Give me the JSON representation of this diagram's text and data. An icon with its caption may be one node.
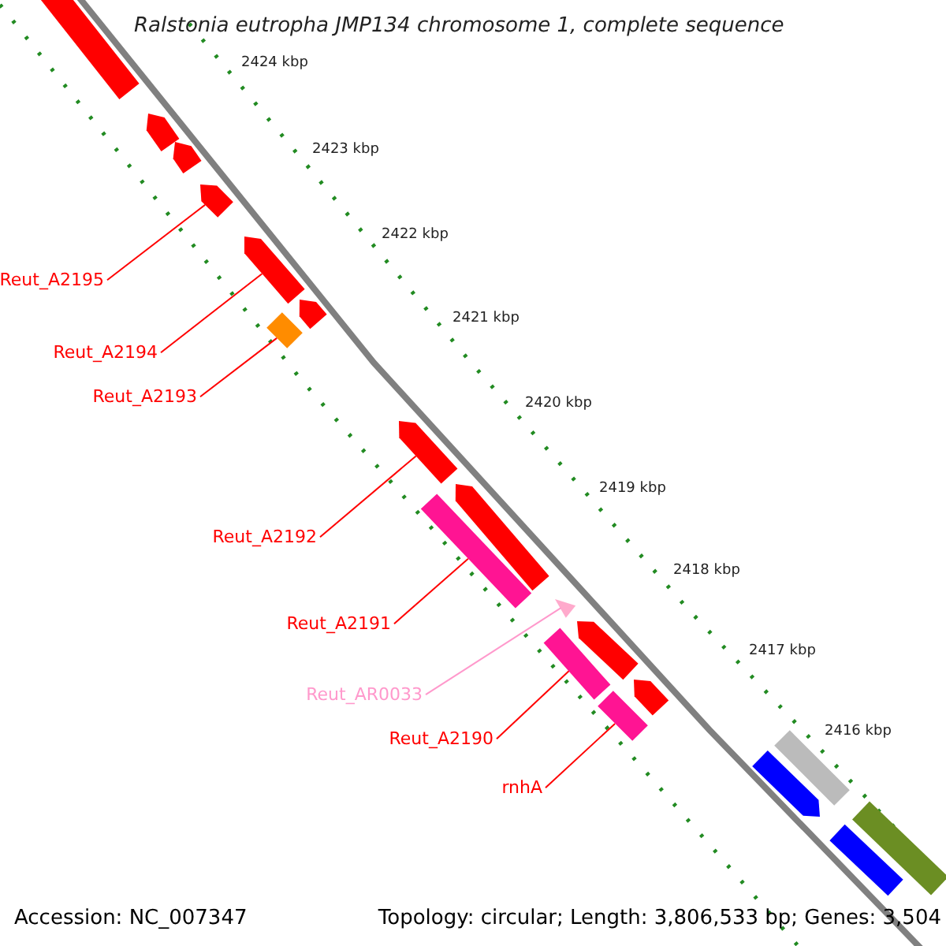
{
  "diagram": {
    "title": "Ralstonia eutropha JMP134 chromosome 1, complete sequence",
    "nodes": [
      {
        "text": [
          "Reut_A2195"
        ]
      },
      {
        "text": [
          "Reut_A2194"
        ]
      },
      {
        "text": [
          "Reut_A2193"
        ]
      },
      {
        "text": [
          "Reut_A2192"
        ]
      },
      {
        "text": [
          "Reut_A2191"
        ]
      },
      {
        "text": [
          "Reut_AR0033"
        ]
      },
      {
        "text": [
          "Reut_A2190"
        ]
      },
      {
        "text": [
          "rnhA"
        ]
      },
      {
        "text": [],
        "shape": "bar"
      },
      {
        "text": [],
        "shape": "arrow"
      },
      {
        "text": [],
        "shape": "arrow"
      },
      {
        "text": [],
        "shape": "arrow"
      },
      {
        "text": [],
        "shape": "arrow"
      },
      {
        "text": [],
        "shape": "bar"
      },
      {
        "text": [],
        "shape": "arrow"
      },
      {
        "text": [],
        "shape": "arrow"
      },
      {
        "text": [],
        "shape": "bar"
      },
      {
        "text": [],
        "shape": "arrow"
      },
      {
        "text": [],
        "shape": "triangle"
      },
      {
        "text": [],
        "shape": "bar"
      },
      {
        "text": [],
        "shape": "arrow"
      },
      {
        "text": [],
        "shape": "arrow"
      },
      {
        "text": [],
        "shape": "bar"
      },
      {
        "text": [],
        "shape": "bar"
      },
      {
        "text": [],
        "shape": "arrow"
      },
      {
        "text": [],
        "shape": "bar"
      },
      {
        "text": [],
        "shape": "bar"
      }
    ],
    "edges": [
      {
        "from": 0,
        "to": 11,
        "arrow": "none"
      },
      {
        "from": 1,
        "to": 12,
        "arrow": "none"
      },
      {
        "from": 2,
        "to": 13,
        "arrow": "none"
      },
      {
        "from": 3,
        "to": 15,
        "arrow": "none"
      },
      {
        "from": 4,
        "to": 16,
        "arrow": "none"
      },
      {
        "from": 5,
        "to": 18,
        "arrow": "none",
        "color": "#ff99cc"
      },
      {
        "from": 6,
        "to": 19,
        "arrow": "none"
      },
      {
        "from": 7,
        "to": 22,
        "arrow": "none"
      }
    ],
    "labels": [
      "2424 kbp",
      "2423 kbp",
      "2422 kbp",
      "2421 kbp",
      "2420 kbp",
      "2419 kbp",
      "2418 kbp",
      "2417 kbp",
      "2416 kbp",
      "Accession: NC_007347",
      "Topology: circular; Length: 3,806,533 bp; Genes: 3,504"
    ]
  }
}
